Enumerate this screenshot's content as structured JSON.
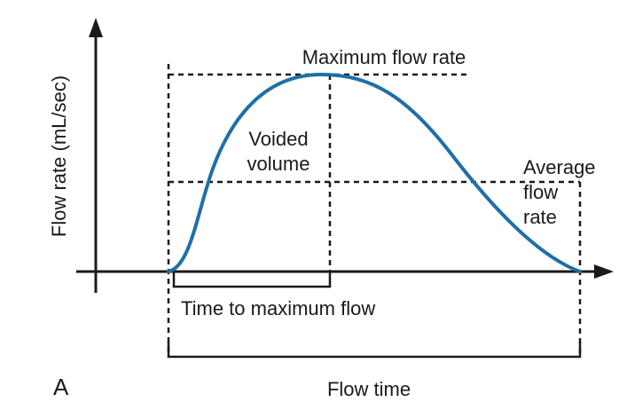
{
  "panel_label": "A",
  "y_axis_label": "Flow rate (mL/sec)",
  "labels": {
    "maximum_flow_rate": "Maximum flow rate",
    "voided_volume_line1": "Voided",
    "voided_volume_line2": "volume",
    "average_line1": "Average",
    "average_line2": "flow",
    "average_line3": "rate",
    "time_to_max": "Time to maximum flow",
    "flow_time": "Flow time"
  },
  "colors": {
    "curve": "#1f6fa6",
    "axis": "#1a1a1a"
  }
}
